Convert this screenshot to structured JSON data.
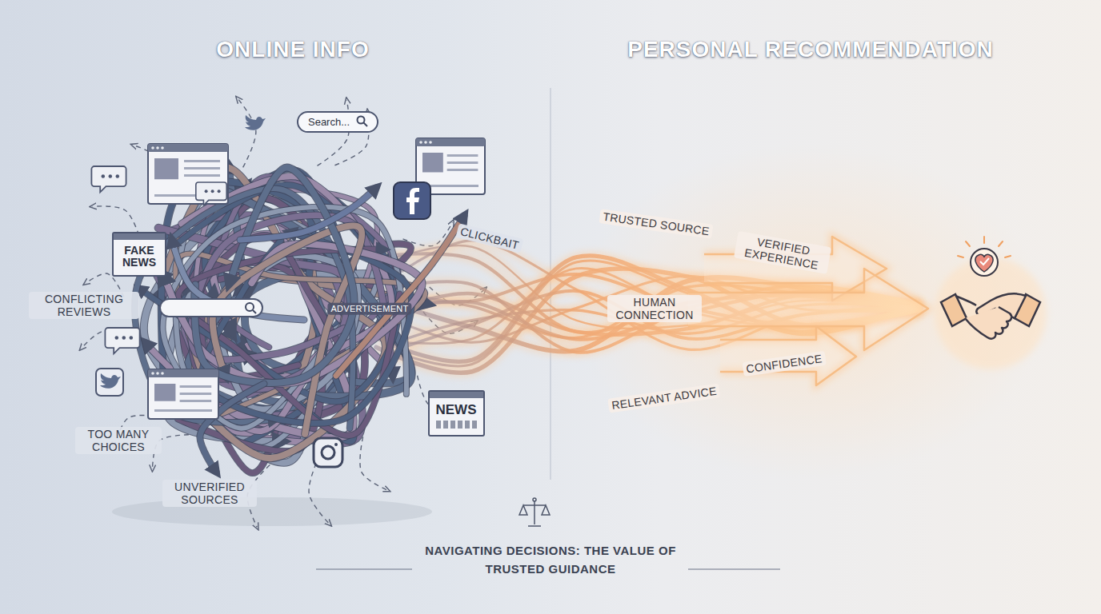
{
  "diagram": {
    "caption": "NAVIGATING DECISIONS: THE VALUE OF TRUSTED GUIDANCE",
    "nodes": [
      {
        "text": [
          "Search..."
        ]
      },
      {
        "text": [
          "FAKE NEWS"
        ]
      },
      {
        "text": [
          "NEWS"
        ]
      }
    ],
    "labels": [
      "ONLINE INFO",
      "PERSONAL RECOMMENDATION",
      "CLICKBAIT",
      "CONFLICTING REVIEWS",
      "ADVERTISEMENT",
      "TOO MANY CHOICES",
      "UNVERIFIED SOURCES",
      "TRUSTED SOURCE",
      "VERIFIED EXPERIENCE",
      "HUMAN CONNECTION",
      "CONFIDENCE",
      "RELEVANT ADVICE"
    ]
  }
}
